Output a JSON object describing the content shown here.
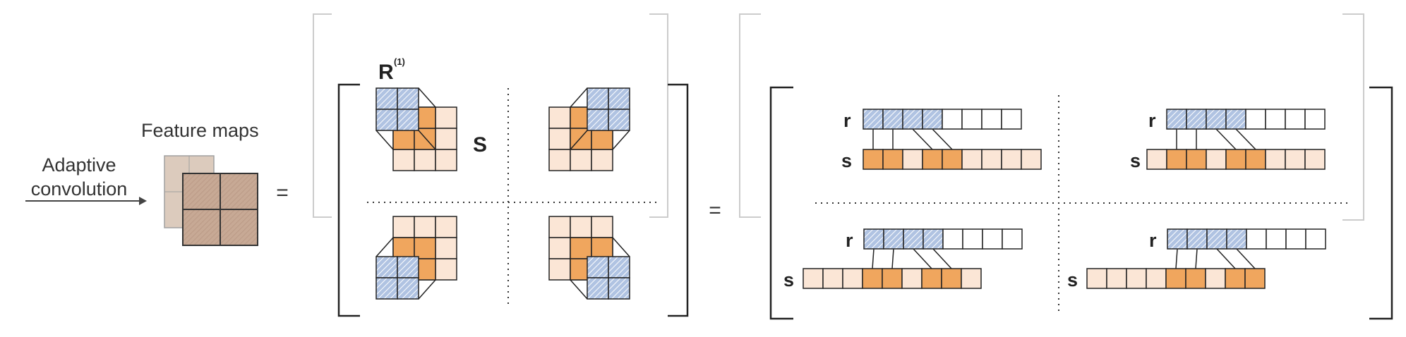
{
  "input": {
    "arrow_label_line1": "Adaptive",
    "arrow_label_line2": "convolution",
    "title": "Feature maps",
    "equals": "="
  },
  "middle": {
    "matrix_label": "R",
    "matrix_superscript": "(1)",
    "s_label": "S"
  },
  "right": {
    "equals": "=",
    "r_label": "r",
    "s_label": "s"
  },
  "colors": {
    "blue": "#a9bcdd",
    "orange": "#f0a65e",
    "light_peach": "#fbe6d6",
    "feature_map": "#c4aa98",
    "outline": "#222222",
    "bracket_light": "#cccccc"
  }
}
